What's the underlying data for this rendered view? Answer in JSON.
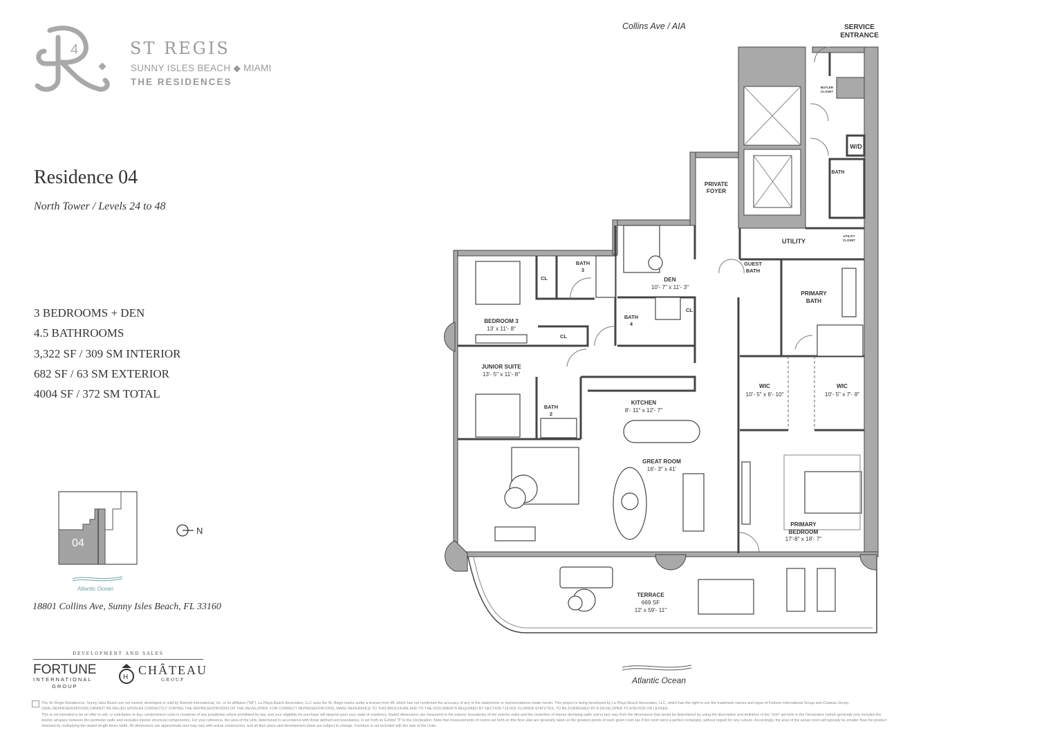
{
  "brand": {
    "logo_monogram": "R 4",
    "name": "ST REGIS",
    "location": "SUNNY ISLES BEACH ◆ MIAMI",
    "tagline": "THE RESIDENCES"
  },
  "residence": {
    "title": "Residence 04",
    "subtitle": "North Tower / Levels 24 to 48",
    "specs": [
      "3 BEDROOMS + DEN",
      "4.5 BATHROOMS",
      "3,322 SF / 309 SM INTERIOR",
      "682 SF / 63 SM EXTERIOR",
      "4004 SF / 372 SM TOTAL"
    ]
  },
  "keyplan": {
    "unit_label": "04",
    "ocean_label": "Atlantic Ocean",
    "north_label": "N",
    "north_icon": "north-arrow-icon"
  },
  "address": "18801 Collins Ave, Sunny Isles Beach, FL 33160",
  "developers": {
    "heading": "DEVELOPMENT AND SALES",
    "fortune": {
      "name": "FORTUNE",
      "line2": "INTERNATIONAL",
      "line3": "GROUP"
    },
    "chateau": {
      "name": "CHÂTEAU",
      "line2": "GROUP"
    }
  },
  "plan": {
    "street_label": "Collins Ave / AIA",
    "ocean_label": "Atlantic Ocean",
    "service_entrance": [
      "SERVICE",
      "ENTRANCE"
    ],
    "rooms": {
      "private_foyer": [
        "PRIVATE",
        "FOYER"
      ],
      "utility": "UTILITY",
      "butler_closet": [
        "BUTLER",
        "CLOSET"
      ],
      "wd": "W/D",
      "service_bath": "BATH",
      "utility_closet": [
        "UTILITY",
        "CLOSET"
      ],
      "guest_bath": [
        "GUEST",
        "BATH"
      ],
      "primary_bath": [
        "PRIMARY",
        "BATH"
      ],
      "bath3": [
        "BATH",
        "3"
      ],
      "bath4": [
        "BATH",
        "4"
      ],
      "bath2": [
        "BATH",
        "2"
      ],
      "cl1": "CL",
      "cl2": "CL",
      "cl3": "CL",
      "den": {
        "name": "DEN",
        "dims": "10'- 7\" x 11'- 3\""
      },
      "bedroom3": {
        "name": "BEDROOM 3",
        "dims": "13' x 11'- 8\""
      },
      "junior_suite": {
        "name": "JUNIOR SUITE",
        "dims": "13'- 5\" x 11'- 8\""
      },
      "kitchen": {
        "name": "KITCHEN",
        "dims": "8'- 11\" x 12'- 7\""
      },
      "wic1": {
        "name": "WIC",
        "dims": "10'- 5\" x 6'- 10\""
      },
      "wic2": {
        "name": "WIC",
        "dims": "10'- 5\" x 7'- 8\""
      },
      "great_room": {
        "name": "GREAT ROOM",
        "dims": "16'- 3\" x 41'"
      },
      "primary_bedroom": {
        "name": [
          "PRIMARY",
          "BEDROOM"
        ],
        "dims": "17'-8\" x 18'- 7\""
      },
      "terrace": {
        "name": "TERRACE",
        "area": "669 SF",
        "dims": "12' x 59'- 11\""
      }
    }
  },
  "disclaimer": [
    "The St. Regis Residences, Sunny Isles Beach are not owned, developed or sold by Marriott International, Inc. or its affiliates (\"MI\"). La Playa Beach Associates, LLC uses the St. Regis marks under a license from MI, which has not confirmed the accuracy of any of the statements or representations made herein. This project is being developed by La Playa Beach Associates, LLC, which has the right to use the trademark names and logos of Fortune International Group and Chateau Group.",
    "ORAL REPRESENTATIONS CANNOT BE RELIED UPON AS CORRECTLY STATING THE REPRESENTATIONS OF THE DEVELOPER. FOR CORRECT REPRESENTATIONS, MAKE REFERENCE TO THIS BROCHURE AND TO THE DOCUMENTS REQUIRED BY SECTION 718.503, FLORIDA STATUTES, TO BE FURNISHED BY A DEVELOPER TO A BUYER OR LESSEE.",
    "This is not intended to be an offer to sell, or solicitation to buy, condominium units to residents of any jurisdiction where prohibited by law, and your eligibility for purchase will depend upon your state of residency. Stated dimensions are measured to the exterior boundaries of the exterior walls and the centerline of interior demising walls and in fact vary from the dimensions that would be determined by using the description and definition of the \"Unit\" set forth in the Declaration (which generally only includes the",
    "interior airspace between the perimeter walls and excludes interior structural components). For your reference, the area of the Unit, determined in accordance with those defined unit boundaries, is set forth on Exhibit \"3\" to the Declaration. Note that measurements of rooms set forth on this floor plan are generally taken at the greatest points of each given room (as if the room were a perfect rectangle), without regard for any cutouts. Accordingly, the area of the actual room will typically be smaller than the product",
    "obtained by multiplying the stated length times width. All dimensions are approximate and may vary with actual construction, and all floor plans and development plans are subject to change. Furniture is not included with the sale of the Units."
  ],
  "colors": {
    "wall": "#a9a9a9",
    "text": "#333333",
    "brand_gray": "#9a9a9a",
    "ocean_teal": "#6f9ea3"
  }
}
